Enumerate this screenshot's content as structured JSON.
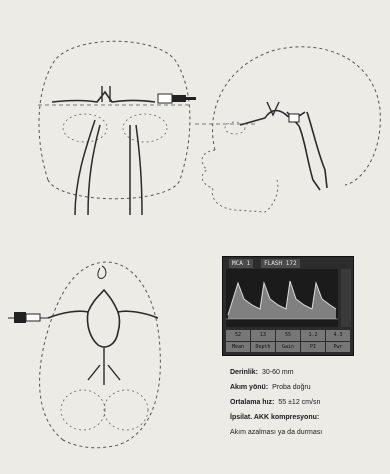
{
  "monitor": {
    "tabs": [
      "MCA 1",
      "FLASH 172"
    ],
    "cells": [
      "52",
      "13",
      "55",
      "1.2",
      "4.3",
      "Mean",
      "Depth",
      "Gain",
      "PI",
      "Pwr"
    ]
  },
  "caption": {
    "depth_label": "Derinlik:",
    "depth_value": "30-60 mm",
    "flow_label": "Akım yönü:",
    "flow_value": "Proba doğru",
    "speed_label": "Ortalama hız:",
    "speed_value": "55 ±12 cm/sn",
    "ipsilat_label": "İpsilat. AKK kompresyonu:",
    "ipsilat_value": "Akım azalması ya da durması"
  },
  "colors": {
    "line": "#2a2a2a",
    "dashed": "#555555",
    "paper": "#ecebe6",
    "screen": "#1b1b1b",
    "wave": "#dcdcdc"
  }
}
